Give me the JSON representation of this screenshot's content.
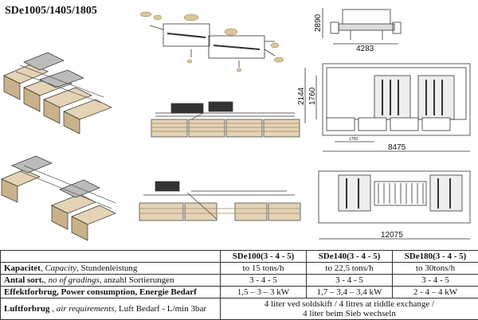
{
  "title": "SDe1005/1405/1805",
  "dimensions": {
    "front_height": "2890",
    "front_width": "4283",
    "plan1_height_outer": "2144",
    "plan1_height_inner": "1760",
    "plan1_inner_width": "1750",
    "plan1_total_width": "8475",
    "plan2_total_width": "12075"
  },
  "table": {
    "headers": [
      "",
      "SDe100(3 - 4 - 5)",
      "SDe140(3 - 4 - 5)",
      "SDe180(3 - 4 - 5)"
    ],
    "rows": [
      {
        "label_bold": "Kapacitet",
        "label_italic": "Capacity",
        "label_rest": "Stundenleistung",
        "values": [
          "to 15 tons/h",
          "to 22,5 tons/h",
          "to 30tons/h"
        ]
      },
      {
        "label_bold": "Antal sort.",
        "label_italic": "no of gradings",
        "label_rest": "anzahl Sortierungen",
        "values": [
          "3 - 4 - 5",
          "3 - 4 - 5",
          "3 - 4 - 5"
        ]
      },
      {
        "label_bold": "Effektforbrug, Power consumption, Energie Bedarf",
        "label_italic": "",
        "label_rest": "",
        "values": [
          "1,5 – 3 – 3 kW",
          "1,7 – 3,4 – 3,4 kW",
          "2 - 4 – 4 kW"
        ]
      },
      {
        "label_bold": "Luftforbrug",
        "label_italic": "air requirements",
        "label_rest": "Luft Bedarf - L/min 3bar",
        "merged_line1": "4 liter ved soldskift / 4 litres at riddle exchange /",
        "merged_line2": "4 liter beim Sieb wechseln"
      }
    ]
  }
}
